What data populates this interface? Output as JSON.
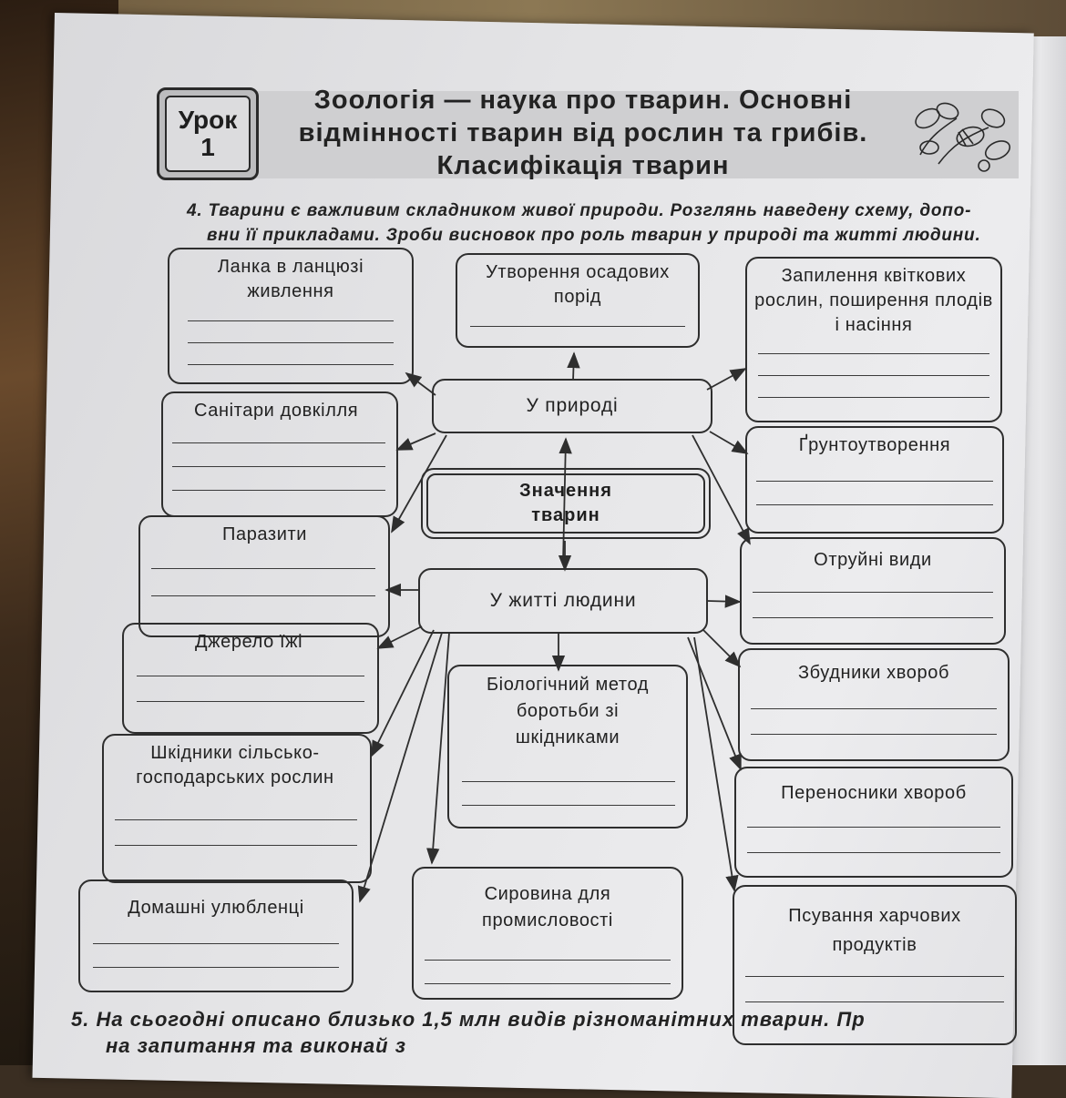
{
  "header": {
    "lesson_word": "Урок",
    "lesson_number": "1",
    "title_line1": "Зоологія — наука про тварин. Основні",
    "title_line2": "відмінності тварин від рослин та грибів.",
    "title_line3": "Класифікація тварин"
  },
  "task4": {
    "line1": "4. Тварини є важливим складником живої природи. Розглянь наведену схему, допо-",
    "line2": "вни її прикладами. Зроби висновок про роль тварин у природі та житті людини."
  },
  "diagram": {
    "center_line1": "Значення",
    "center_line2": "тварин",
    "hub_nature": "У природі",
    "hub_life": "У житті людини",
    "nature": {
      "food_chain": "Ланка в ланцюзі живлення",
      "sediment": "Утворення осадових порід",
      "pollination": "Запилення квіткових рослин, поширення плодів і насіння",
      "sanitary": "Санітари довкілля",
      "soil": "Ґрунтоутворення"
    },
    "life": {
      "parasites": "Паразити",
      "poisonous": "Отруйні види",
      "food_source": "Джерело їжі",
      "pathogens": "Збудники хвороб",
      "bio_method": "Біологічний метод боротьби зі шкідниками",
      "pests": "Шкідники сільсько-господарських рослин",
      "vectors": "Переносники хвороб",
      "pets": "Домашні улюбленці",
      "raw_material": "Сировина для промисловості",
      "spoilage": "Псування харчових продуктів"
    }
  },
  "task5": {
    "line1": "5. На сьогодні описано близько 1,5 млн видів різноманітних тварин. Пр",
    "line2": "на запитання та виконай з"
  }
}
